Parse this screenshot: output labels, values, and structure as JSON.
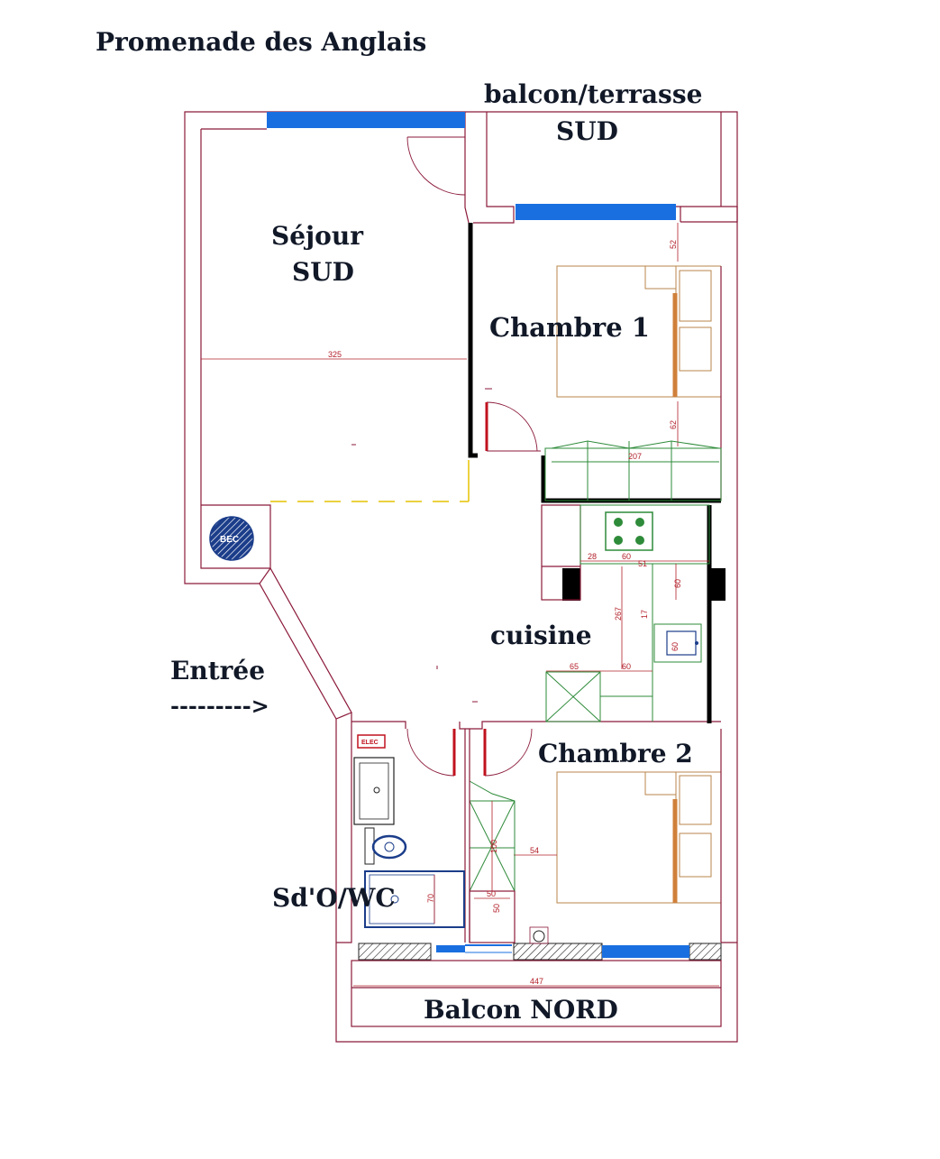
{
  "header": {
    "street": "Promenade des Anglais"
  },
  "rooms": {
    "balcony_south": [
      "balcon/terrasse",
      "SUD"
    ],
    "living": [
      "Séjour",
      "SUD"
    ],
    "bedroom1": "Chambre 1",
    "kitchen": "cuisine",
    "bedroom2": "Chambre 2",
    "bathroom": "Sd'O/WC",
    "balcony_north": "Balcon NORD"
  },
  "entrance": {
    "label": "Entrée",
    "arrow": "--------->"
  },
  "equipment": {
    "boiler": "BEC",
    "electric": "ELEC"
  },
  "dimensions": {
    "living_width": "325",
    "bed1_top": "52",
    "bed1_bottom": "62",
    "closet1": "207",
    "kitchen_28": "28",
    "kitchen_60a": "60",
    "kitchen_51": "51",
    "kitchen_60b": "60",
    "kitchen_267": "267",
    "kitchen_17": "17",
    "kitchen_60c": "60",
    "kitchen_65": "65",
    "kitchen_60d": "60",
    "bath_100": "100",
    "bath_54": "54",
    "bath_70": "70",
    "bath_50a": "50",
    "bath_50b": "50",
    "balcony_447": "447"
  },
  "colors": {
    "wall": "#8b1a3a",
    "window": "#1a6fe0",
    "dimension": "#b3202a",
    "furniture": "#b8864b",
    "kitchen": "#2e8b3a"
  }
}
